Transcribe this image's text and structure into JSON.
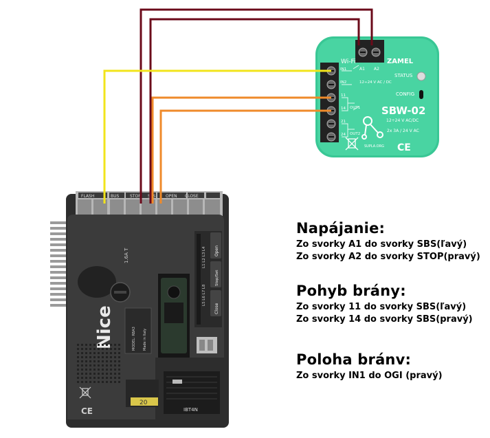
{
  "module": {
    "wifi_label": "Wi-Fi",
    "brand": "ZAMEL",
    "model": "SBW-02",
    "spec1": "12÷24 V AC/DC",
    "spec_left": "12÷24 V AC / DC",
    "spec2": "2x 3A / 24 V AC",
    "status_label": "STATUS",
    "config_label": "CONFIG",
    "a1": "A1",
    "a2": "A2",
    "in1": "IN1",
    "in2": "IN2",
    "t11": "11",
    "t14": "14",
    "t21": "21",
    "t24": "24",
    "out1": "OUT1",
    "out2": "OUT2",
    "suplink": "SUPLA.ORG",
    "ce": "CE"
  },
  "controller": {
    "brand": "Nice",
    "fuse": "1.6A T",
    "ibt": "IBT4N",
    "t_flash": "FLASH",
    "t_bus": "BUS",
    "t_stop": "STOP",
    "t_sbs": "SbS",
    "t_open": "OPEN",
    "t_close": "CLOSE",
    "btn_open": "Open",
    "btn_stop": "Stop/Set",
    "btn_close": "Close",
    "fuse_value": "20",
    "leds_top": "L1 L2 L3 L4",
    "leds_bottom": "L5 L6 L7 L8",
    "model_line": "MODEL: RBA3",
    "made_in": "Made in Italy",
    "ce": "CE"
  },
  "annotations": [
    {
      "title": "Napájanie:",
      "lines": [
        "Zo svorky A1 do svorky SBS(ľavý)",
        "Zo svorky A2 do svorky STOP(pravý)"
      ]
    },
    {
      "title": "Pohyb brány:",
      "lines": [
        "Zo svorky 11 do svorky SBS(ľavý)",
        "Zo svorky 14 do svorky SBS(pravý)"
      ]
    },
    {
      "title": "Poloha bránv:",
      "lines": [
        "Zo svorky IN1 do OGI (pravý)"
      ]
    }
  ],
  "wire_colors": {
    "dark_red": "#6b0a1a",
    "yellow": "#f2e41b",
    "orange": "#ef8a2a",
    "module_green": "#3fcf9a"
  }
}
